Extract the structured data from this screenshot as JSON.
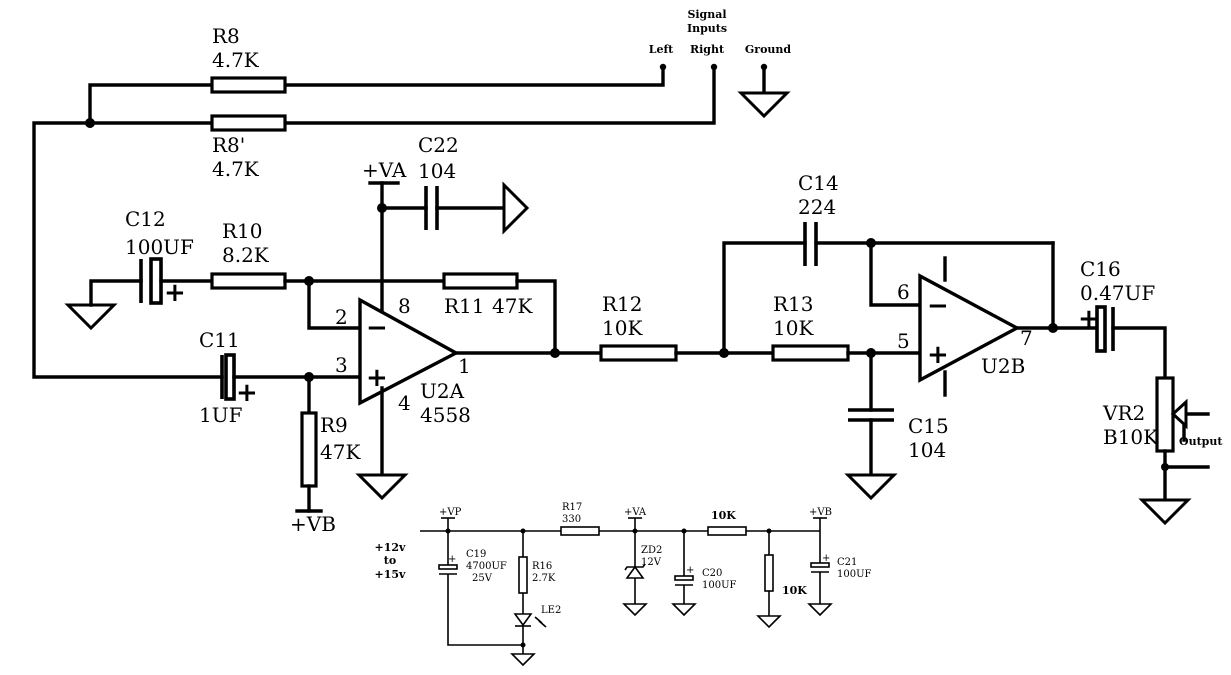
{
  "signal": {
    "title_line1": "Signal",
    "title_line2": "Inputs",
    "left": "Left",
    "right": "Right",
    "ground": "Ground"
  },
  "output_label": "Output",
  "components": {
    "r8": {
      "ref": "R8",
      "value": "4.7K"
    },
    "r8p": {
      "ref": "R8'",
      "value": "4.7K"
    },
    "c22": {
      "ref": "C22",
      "value": "104"
    },
    "vcc_va": "+VA",
    "c12": {
      "ref": "C12",
      "value": "100UF"
    },
    "r10": {
      "ref": "R10",
      "value": "8.2K"
    },
    "r11": {
      "ref": "R11",
      "value": "47K"
    },
    "c11": {
      "ref": "C11",
      "value": "1UF"
    },
    "r9": {
      "ref": "R9",
      "value": "47K"
    },
    "vcc_vb": "+VB",
    "u2a": {
      "ref": "U2A",
      "value": "4558",
      "pin_inv": "2",
      "pin_noninv": "3",
      "pin_out": "1",
      "pin_vcc": "8",
      "pin_gnd": "4"
    },
    "r12": {
      "ref": "R12",
      "value": "10K"
    },
    "r13": {
      "ref": "R13",
      "value": "10K"
    },
    "c14": {
      "ref": "C14",
      "value": "224"
    },
    "c15": {
      "ref": "C15",
      "value": "104"
    },
    "u2b": {
      "ref": "U2B",
      "pin_inv": "6",
      "pin_noninv": "5",
      "pin_out": "7"
    },
    "c16": {
      "ref": "C16",
      "value": "0.47UF"
    },
    "vr2": {
      "ref": "VR2",
      "value": "B10K"
    }
  },
  "power_supply": {
    "input_line1": "+12v",
    "input_line2": "to",
    "input_line3": "+15v",
    "vp": "+VP",
    "va": "+VA",
    "vb": "+VB",
    "c19": {
      "ref": "C19",
      "value": "4700UF",
      "voltage": "25V"
    },
    "r16": {
      "ref": "R16",
      "value": "2.7K"
    },
    "le2": {
      "ref": "LE2"
    },
    "r17": {
      "ref": "R17",
      "value": "330"
    },
    "zd2": {
      "ref": "ZD2",
      "value": "12V"
    },
    "c20": {
      "ref": "C20",
      "value": "100UF"
    },
    "r_series": {
      "value": "10K"
    },
    "r_shunt": {
      "value": "10K"
    },
    "c21": {
      "ref": "C21",
      "value": "100UF"
    }
  }
}
